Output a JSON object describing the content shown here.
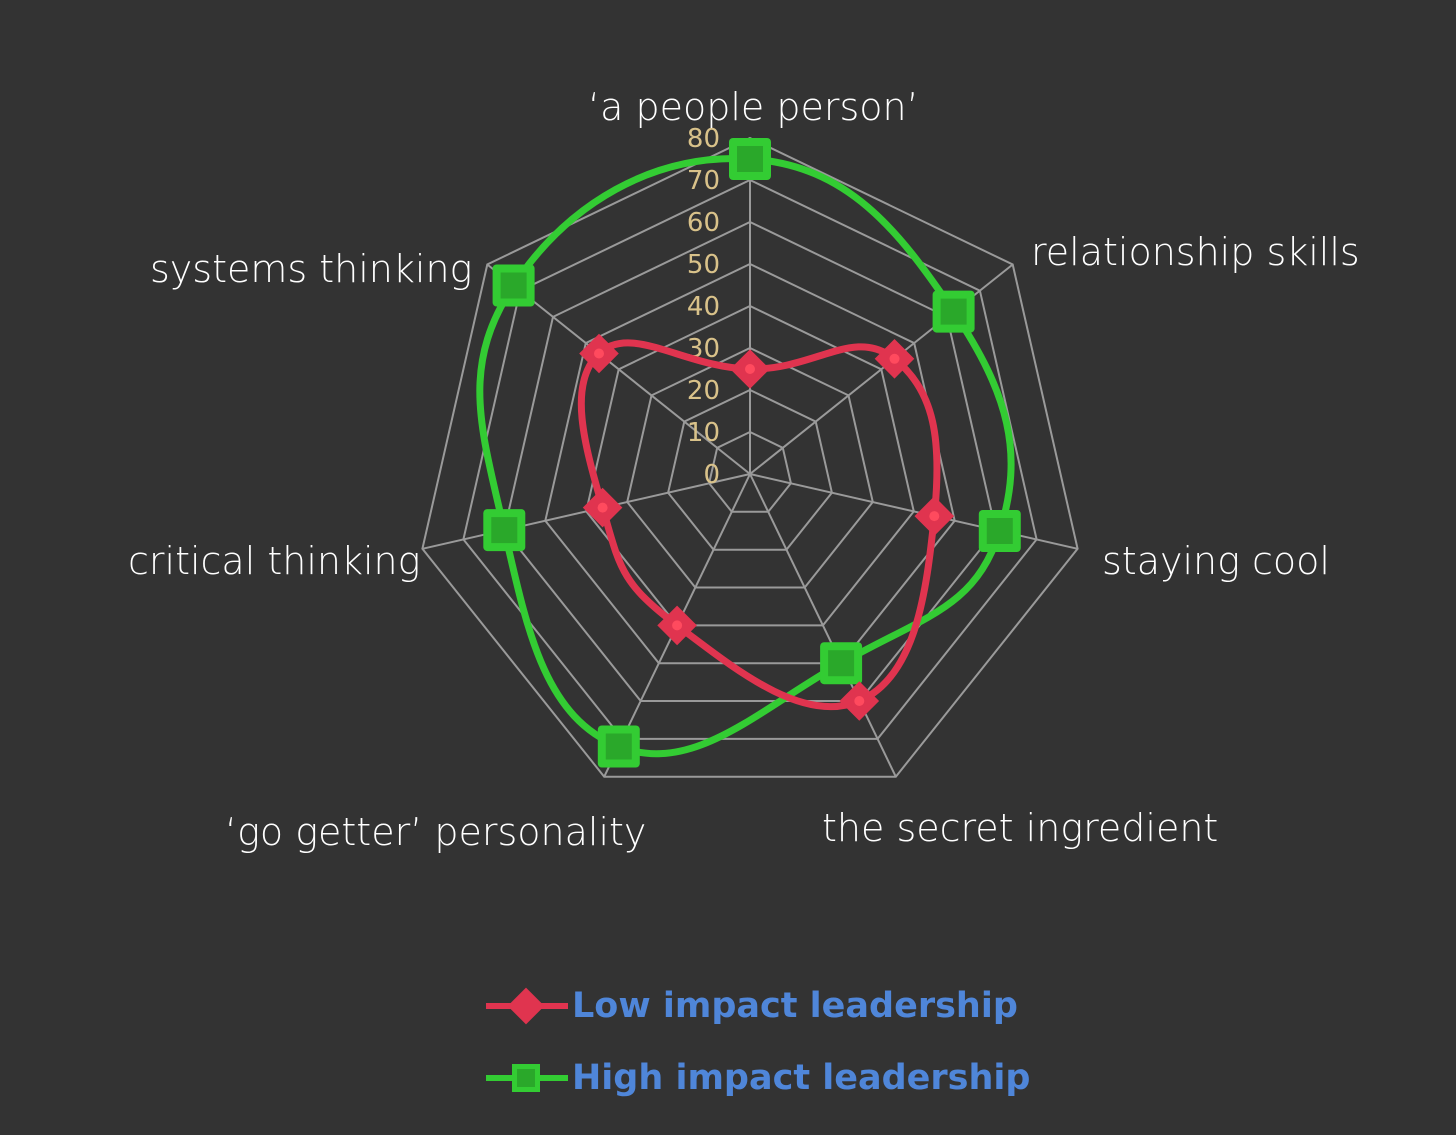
{
  "chart_data": {
    "type": "radar",
    "categories": [
      "‘a people person’",
      "relationship skills",
      "staying cool",
      "the secret ingredient",
      "‘go getter’ personality",
      "critical thinking",
      "systems thinking"
    ],
    "ticks": [
      "0",
      "10",
      "20",
      "30",
      "40",
      "50",
      "60",
      "70",
      "80"
    ],
    "rlim": [
      0,
      80
    ],
    "grid": true,
    "legend_position": "bottom",
    "series": [
      {
        "name": "Low impact leadership",
        "color": "#e0344f",
        "marker": "diamond",
        "values": [
          25,
          44,
          45,
          60,
          40,
          36,
          46
        ]
      },
      {
        "name": "High impact leadership",
        "color": "#33cc33",
        "marker": "square",
        "values": [
          75,
          62,
          61,
          50,
          72,
          60,
          72
        ]
      }
    ],
    "colors": {
      "grid": "#9a9a9a",
      "tick_label": "#d9c28a",
      "legend_text": "#4f86d9"
    }
  }
}
